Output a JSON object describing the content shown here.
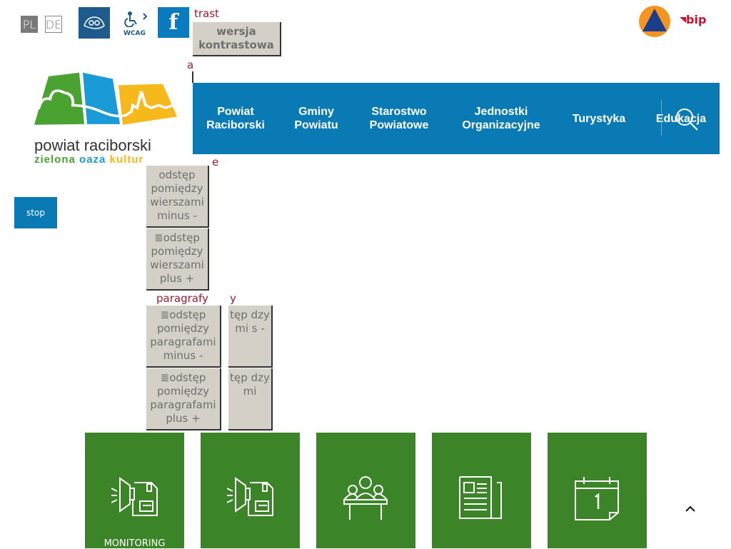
{
  "lang": {
    "pl": "PL",
    "de": "DE"
  },
  "contrast": {
    "label_partial": "trast",
    "button": "wersja kontrastowa"
  },
  "font_label_partial": "a",
  "lines_label_partial": "e",
  "lines_buttons": [
    "odstęp pomiędzy wierszami minus -",
    "odstęp pomiędzy wierszami plus +"
  ],
  "paragraphs_label": "paragrafy",
  "paragraph_buttons": [
    "odstęp pomiędzy paragrafami minus -",
    "odstęp pomiędzy paragrafami plus +"
  ],
  "letters_label_partial": "y",
  "hidden_buttons_partial": [
    "tęp dzy mi s -",
    "tęp dzy mi"
  ],
  "wcag_label": "WCAG",
  "logo": {
    "line1": "powiat raciborski",
    "line2a": "zielona",
    "line2b": "oaza",
    "line2c": "kultur"
  },
  "bip_label": "bip",
  "nav": [
    "Powiat Raciborski",
    "Gminy Powiatu",
    "Starostwo Powiatowe",
    "Jednostki Organizacyjne",
    "Turystyka",
    "Edukacja"
  ],
  "stop_label": "stop",
  "tiles": [
    {
      "label": "MONITORING",
      "icon": "megaphone-floppy-icon"
    },
    {
      "label": "",
      "icon": "megaphone-floppy-icon"
    },
    {
      "label": "",
      "icon": "meeting-icon"
    },
    {
      "label": "",
      "icon": "newspaper-icon"
    },
    {
      "label": "",
      "icon": "calendar-icon"
    }
  ],
  "colors": {
    "nav": "#0a7ab5",
    "tile": "#3b8427",
    "accent_red": "#9b1b30"
  }
}
